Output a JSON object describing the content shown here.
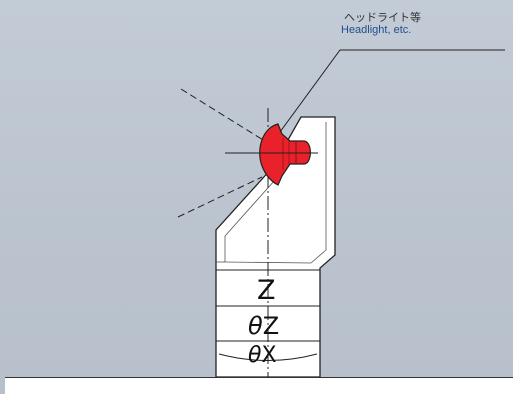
{
  "callout": {
    "label_ja": "ヘッドライト等",
    "label_en": "Headlight, etc."
  },
  "axes": {
    "z": "Z",
    "theta_z_symbol": "θ",
    "theta_z_axis": "Z",
    "theta_x_symbol": "θ",
    "theta_x_axis": "X"
  },
  "colors": {
    "background": "#bdc6d0",
    "headlight": "#e8212a",
    "body": "#ffffff",
    "caption_en": "#1f4e8c"
  }
}
